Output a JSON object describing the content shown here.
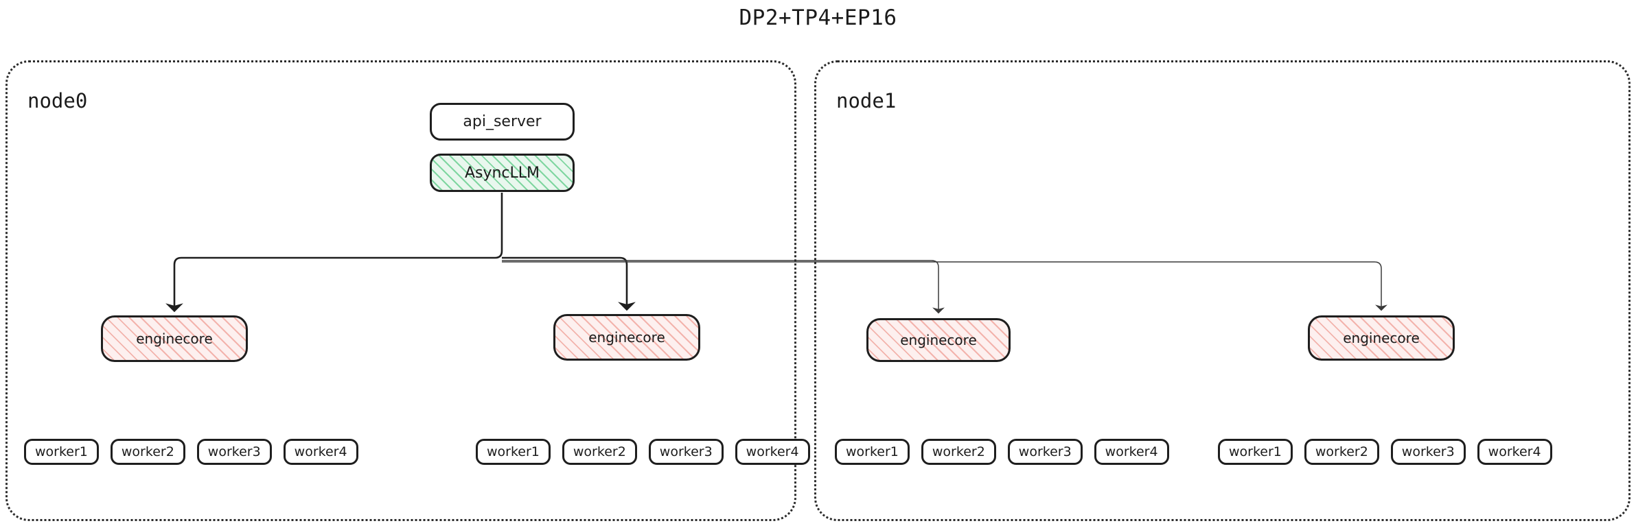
{
  "title": "DP2+TP4+EP16",
  "colors": {
    "stroke": "#1e1e1e",
    "node_border": "#2b2b2b",
    "async_fill": "#e9f7ee",
    "async_hatch": "#7fd6a0",
    "engine_fill": "#fdf0ef",
    "engine_hatch": "#f3b3ac",
    "text": "#1b1b1b",
    "background": "#ffffff"
  },
  "diagram": {
    "type": "block-diagram",
    "orientation": "top-down",
    "nodes": [
      {
        "id": "node0",
        "label": "node0",
        "border_style": "dotted",
        "children": {
          "api_server": {
            "label": "api_server",
            "fill": "white"
          },
          "async_llm": {
            "label": "AsyncLLM",
            "fill": "green-hatch"
          },
          "enginecores": [
            {
              "label": "enginecore",
              "fill": "red-hatch"
            },
            {
              "label": "enginecore",
              "fill": "red-hatch"
            }
          ],
          "worker_groups": [
            {
              "workers": [
                "worker1",
                "worker2",
                "worker3",
                "worker4"
              ]
            },
            {
              "workers": [
                "worker1",
                "worker2",
                "worker3",
                "worker4"
              ]
            }
          ]
        }
      },
      {
        "id": "node1",
        "label": "node1",
        "border_style": "dotted",
        "children": {
          "enginecores": [
            {
              "label": "enginecore",
              "fill": "red-hatch"
            },
            {
              "label": "enginecore",
              "fill": "red-hatch"
            }
          ],
          "worker_groups": [
            {
              "workers": [
                "worker1",
                "worker2",
                "worker3",
                "worker4"
              ]
            },
            {
              "workers": [
                "worker1",
                "worker2",
                "worker3",
                "worker4"
              ]
            }
          ]
        }
      }
    ],
    "edges": [
      {
        "from": "AsyncLLM",
        "to": "node0.enginecore.0",
        "arrow": true
      },
      {
        "from": "AsyncLLM",
        "to": "node0.enginecore.1",
        "arrow": true
      },
      {
        "from": "AsyncLLM",
        "to": "node1.enginecore.0",
        "arrow": true
      },
      {
        "from": "AsyncLLM",
        "to": "node1.enginecore.1",
        "arrow": true
      }
    ]
  }
}
